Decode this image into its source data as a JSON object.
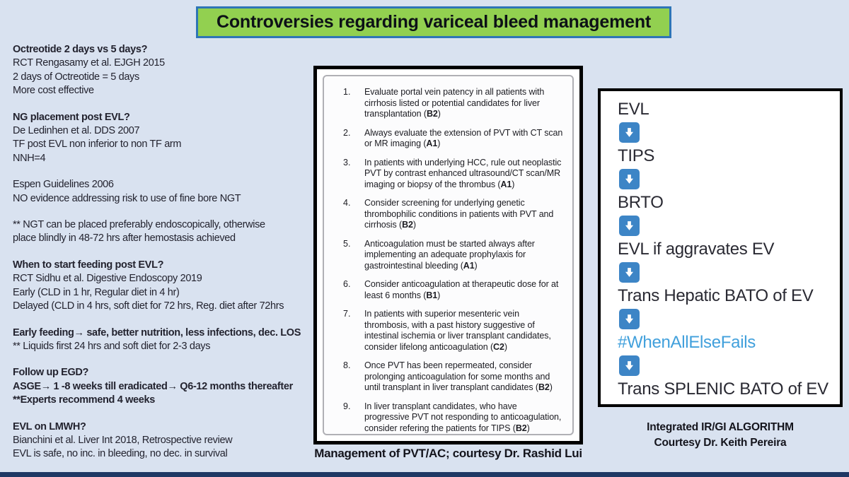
{
  "title": "Controversies regarding variceal bleed management",
  "colors": {
    "slide_background": "#d9e2f0",
    "title_fill": "#92d050",
    "title_border": "#2e75b6",
    "arrow_blue": "#3d85c6",
    "hashtag_text": "#41a0dc",
    "bottom_bar": "#1f3864",
    "body_text": "#23232f"
  },
  "left_column": {
    "sections": [
      {
        "lines": [
          {
            "text": "Octreotide 2 days vs 5 days?",
            "bold": true
          },
          {
            "text": "RCT Rengasamy et al. EJGH 2015",
            "bold": false
          },
          {
            "text": "2 days of Octreotide = 5 days",
            "bold": false
          },
          {
            "text": "More cost effective",
            "bold": false
          }
        ]
      },
      {
        "lines": [
          {
            "text": "NG placement post EVL?",
            "bold": true
          },
          {
            "text": "De Ledinhen et al. DDS 2007",
            "bold": false
          },
          {
            "text": "TF post EVL non inferior to non TF arm",
            "bold": false
          },
          {
            "text": "NNH=4",
            "bold": false
          }
        ]
      },
      {
        "lines": [
          {
            "text": "Espen Guidelines 2006",
            "bold": false
          },
          {
            "text": "NO evidence addressing risk to use of fine bore NGT",
            "bold": false
          }
        ]
      },
      {
        "lines": [
          {
            "text": "** NGT can be placed preferably endoscopically, otherwise",
            "bold": false
          },
          {
            "text": "place blindly in 48-72 hrs after hemostasis achieved",
            "bold": false
          }
        ]
      },
      {
        "lines": [
          {
            "text": "When to start feeding post EVL?",
            "bold": true
          },
          {
            "text": " RCT Sidhu et al. Digestive Endoscopy 2019",
            "bold": false
          },
          {
            "text": "Early (CLD in 1 hr, Regular diet in 4 hr)",
            "bold": false
          },
          {
            "text": "Delayed (CLD in 4 hrs, soft diet for 72 hrs, Reg. diet after 72hrs",
            "bold": false
          }
        ]
      },
      {
        "lines": [
          {
            "text": "Early feeding→ safe, better nutrition,  less infections,  dec. LOS",
            "bold": true
          },
          {
            "text": "** Liquids first 24 hrs and soft diet for 2-3 days",
            "bold": false
          }
        ]
      },
      {
        "lines": [
          {
            "text": "Follow up EGD?",
            "bold": true
          },
          {
            "text": "ASGE→ 1 -8 weeks till eradicated→ Q6-12 months thereafter",
            "bold": true
          },
          {
            "text": "**Experts recommend 4 weeks",
            "bold": true
          }
        ]
      },
      {
        "lines": [
          {
            "text": "EVL on LMWH?",
            "bold": true
          },
          {
            "text": "Bianchini et al. Liver Int 2018, Retrospective review",
            "bold": false
          },
          {
            "text": "EVL is safe, no inc. in bleeding, no dec. in survival",
            "bold": false
          }
        ]
      }
    ]
  },
  "pvt_panel": {
    "items": [
      {
        "num": "1.",
        "text": "Evaluate portal vein patency in all patients with cirrhosis listed or potential candidates for liver transplantation",
        "grade": "B2"
      },
      {
        "num": "2.",
        "text": "Always evaluate the extension of PVT with CT scan or MR imaging",
        "grade": "A1"
      },
      {
        "num": "3.",
        "text": "In patients with underlying HCC, rule out neoplastic PVT by contrast enhanced ultrasound/CT scan/MR imaging or biopsy of the thrombus",
        "grade": "A1"
      },
      {
        "num": "4.",
        "text": "Consider screening for underlying genetic thrombophilic conditions in patients with PVT and cirrhosis",
        "grade": "B2"
      },
      {
        "num": "5.",
        "text": "Anticoagulation must be started always after implementing an adequate prophylaxis for gastrointestinal bleeding",
        "grade": "A1"
      },
      {
        "num": "6.",
        "text": "Consider anticoagulation at therapeutic dose for at least 6 months",
        "grade": "B1"
      },
      {
        "num": "7.",
        "text": "In patients with superior mesenteric vein thrombosis, with a past history suggestive of intestinal ischemia or liver transplant candidates, consider lifelong anticoagulation",
        "grade": "C2"
      },
      {
        "num": "8.",
        "text": "Once PVT has been repermeated, consider prolonging anticoagulation for some months and until transplant in liver transplant candidates",
        "grade": "B2"
      },
      {
        "num": "9.",
        "text": "In liver transplant candidates, who have progressive PVT not responding to anticoagulation, consider refering the patients for TIPS",
        "grade": "B2"
      }
    ],
    "caption": "Management of PVT/AC; courtesy Dr. Rashid Lui"
  },
  "algorithm_panel": {
    "steps": [
      {
        "label": "EVL",
        "highlight": false
      },
      {
        "label": "TIPS",
        "highlight": false
      },
      {
        "label": "BRTO",
        "highlight": false
      },
      {
        "label": "EVL if aggravates EV",
        "highlight": false
      },
      {
        "label": "Trans Hepatic BATO of EV",
        "highlight": false
      },
      {
        "label": "#WhenAllElseFails",
        "highlight": true
      },
      {
        "label": "Trans SPLENIC BATO of EV",
        "highlight": false
      }
    ],
    "arrow_icon": "down-arrow",
    "caption_line1": "Integrated IR/GI ALGORITHM",
    "caption_line2": "Courtesy Dr. Keith Pereira"
  }
}
